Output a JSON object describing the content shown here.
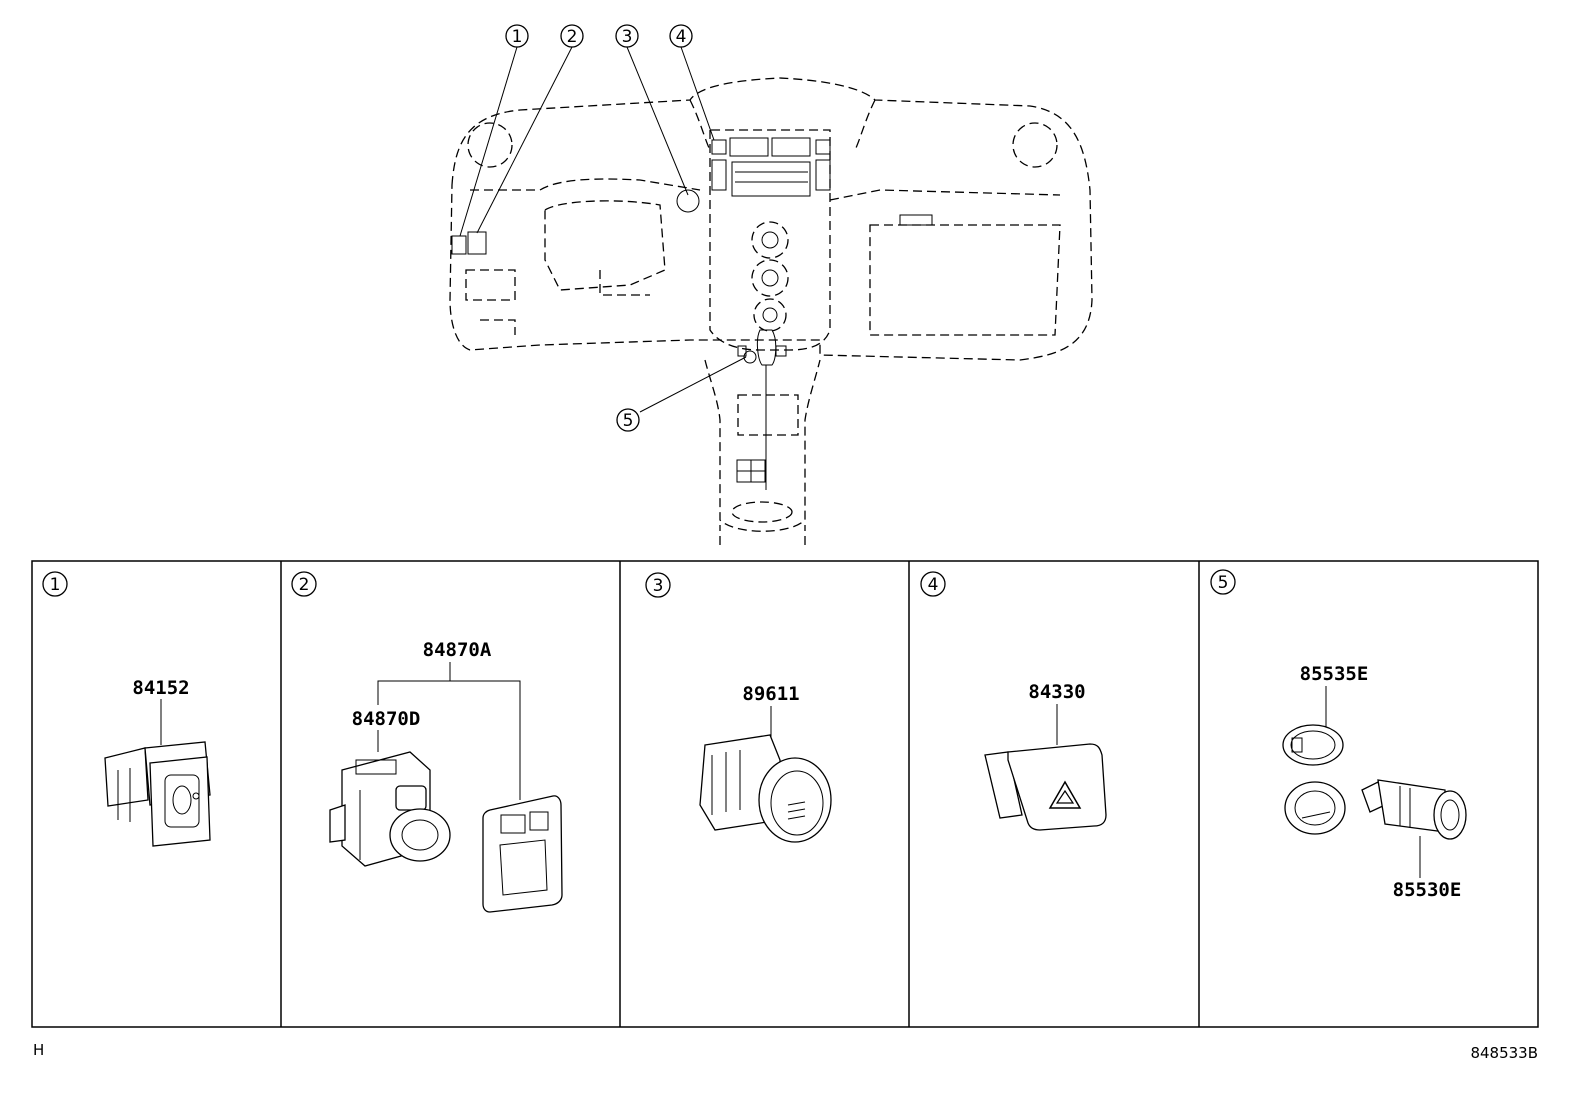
{
  "overview_callouts": [
    "1",
    "2",
    "3",
    "4",
    "5"
  ],
  "panels": [
    {
      "index": "1",
      "parts": [
        "84152"
      ]
    },
    {
      "index": "2",
      "parts": [
        "84870A",
        "84870D"
      ]
    },
    {
      "index": "3",
      "parts": [
        "89611"
      ]
    },
    {
      "index": "4",
      "parts": [
        "84330"
      ]
    },
    {
      "index": "5",
      "parts": [
        "85535E",
        "85530E"
      ]
    }
  ],
  "footer": {
    "left_code": "H",
    "right_code": "848533B"
  }
}
